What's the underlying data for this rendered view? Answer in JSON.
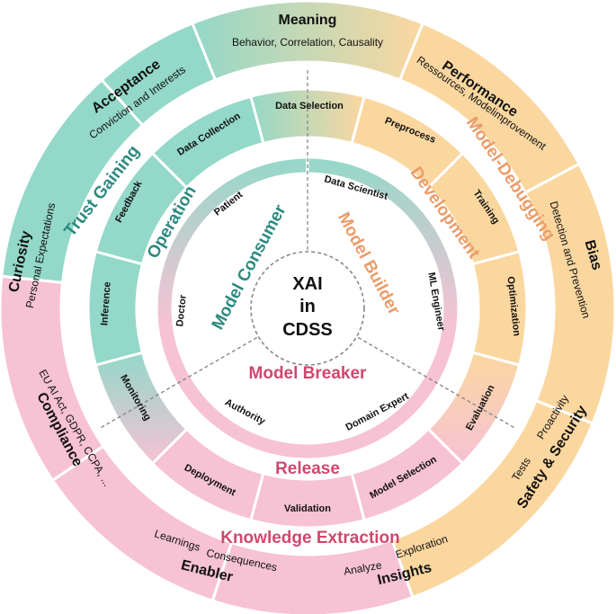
{
  "center": {
    "line1": "XAI",
    "line2": "in",
    "line3": "CDSS"
  },
  "roles": {
    "consumer": "Model Consumer",
    "builder": "Model Builder",
    "breaker": "Model Breaker"
  },
  "actors": {
    "patient": "Patient",
    "data_scientist": "Data Scientist",
    "ml_engineer": "ML Engineer",
    "domain_expert": "Domain Expert",
    "authority": "Authority",
    "doctor": "Doctor"
  },
  "phases": {
    "operation": "Operation",
    "development": "Development",
    "release": "Release"
  },
  "steps": {
    "data_selection": "Data Selection",
    "preprocess": "Preprocess",
    "training": "Training",
    "optimization": "Optimization",
    "evaluation": "Evaluation",
    "model_selection": "Model Selection",
    "validation": "Validation",
    "deployment": "Deployment",
    "monitoring": "Monitoring",
    "inference": "Inference",
    "feedback": "Feedback",
    "data_collection": "Data Collection"
  },
  "goals": {
    "trust_gaining": "Trust Gaining",
    "model_debugging": "Model-Debugging",
    "knowledge_extraction": "Knowledge Extraction"
  },
  "outer": {
    "meaning": {
      "title": "Meaning",
      "sub": "Behavior, Correlation, Causality"
    },
    "performance": {
      "title": "Performance",
      "sub": "Ressources, Modelimprovement"
    },
    "bias": {
      "title": "Bias",
      "sub": "Detection and Prevention"
    },
    "safety": {
      "title": "Safety & Security",
      "sub1": "Tests",
      "sub2": "Proactivity"
    },
    "insights": {
      "title": "Insights",
      "sub1": "Analyze",
      "sub2": "Exploration"
    },
    "enabler": {
      "title": "Enabler",
      "sub1": "Learnings",
      "sub2": "Consequences"
    },
    "compliance": {
      "title": "Compliance",
      "sub": "EU AI Act, GDPR, CCPA, ..."
    },
    "curiosity": {
      "title": "Curiosity",
      "sub": "Personal Expectations"
    },
    "acceptance": {
      "title": "Acceptance",
      "sub": "Conviction and Interests"
    }
  },
  "colors": {
    "teal": "#93d8c8",
    "orange": "#fbd7a0",
    "pink": "#f6c2d4",
    "consumer_text": "#2d8a80",
    "builder_text": "#ea9c6a",
    "breaker_text": "#d1476d"
  }
}
